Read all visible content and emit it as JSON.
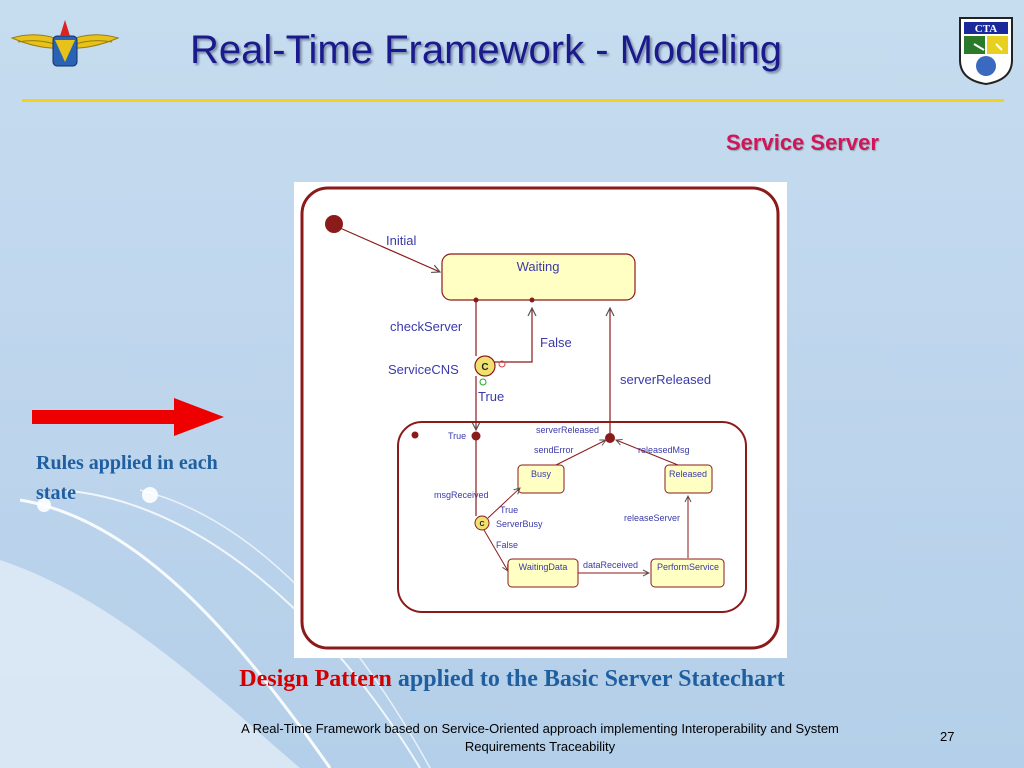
{
  "slide": {
    "title": "Real-Time Framework - Modeling",
    "subtitle": "Service Server",
    "rules_text": "Rules applied in each state",
    "caption_red": "Design Pattern",
    "caption_blue": "applied to the Basic Server Statechart",
    "footer": "A Real-Time Framework based on Service-Oriented approach implementing Interoperability and System Requirements Traceability",
    "page_number": "27",
    "right_logo_text": "CTA"
  },
  "colors": {
    "title": "#1a1a8c",
    "subtitle": "#d4145a",
    "rule": "#f2d21c",
    "arrow": "#ee0000",
    "state_fill": "#ffffc4",
    "state_border": "#8b1a1a"
  },
  "diagram": {
    "labels": {
      "initial": "Initial",
      "waiting": "Waiting",
      "check_server": "checkServer",
      "false_outer": "False",
      "service_cns": "ServiceCNS",
      "true_outer": "True",
      "server_released_outer": "serverReleased",
      "true_inner": "True",
      "server_released_inner": "serverReleased",
      "send_error": "sendError",
      "released_msg": "releasedMsg",
      "busy": "Busy",
      "released": "Released",
      "msg_received": "msgReceived",
      "true_busy": "True",
      "server_busy": "ServerBusy",
      "release_server": "releaseServer",
      "false_inner": "False",
      "waiting_data": "WaitingData",
      "data_received": "dataReceived",
      "perform_service": "PerformService",
      "choice_glyph": "C"
    }
  }
}
